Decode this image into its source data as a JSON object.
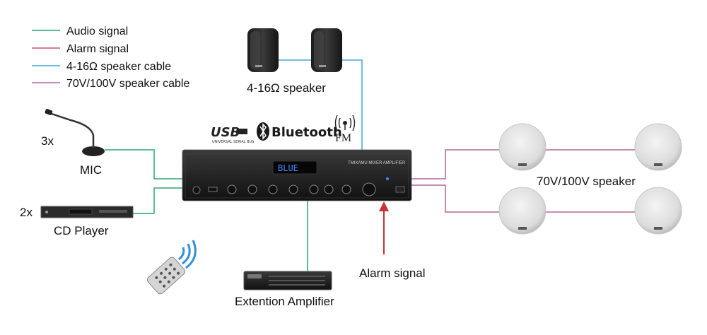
{
  "legend": [
    {
      "label": "Audio signal",
      "color": "#2aa874"
    },
    {
      "label": "Alarm signal",
      "color": "#c8536a"
    },
    {
      "label": "4-16Ω speaker cable",
      "color": "#45a9d6"
    },
    {
      "label": "70V/100V speaker cable",
      "color": "#b0679b"
    }
  ],
  "inputs": {
    "mic_count": "3x",
    "mic_label": "MIC",
    "cd_count": "2x",
    "cd_label": "CD Player"
  },
  "logos": {
    "usb": "USB",
    "usb_sub": "UNIVERSAL SERIAL BUS",
    "bluetooth": "Bluetooth",
    "fm": "FM"
  },
  "amplifier": {
    "display": "BLUE",
    "model_text": "TMIXAMU MIXER AMPLIFIER"
  },
  "speakers": {
    "low_impedance_label": "4-16Ω speaker",
    "line_label": "70V/100V speaker"
  },
  "alarm_label": "Alarm signal",
  "extension_label": "Extention Amplifier",
  "colors": {
    "audio": "#2aa874",
    "alarm_arrow": "#c8303a",
    "speaker_low": "#45a9d6",
    "speaker_line": "#b0679b"
  }
}
